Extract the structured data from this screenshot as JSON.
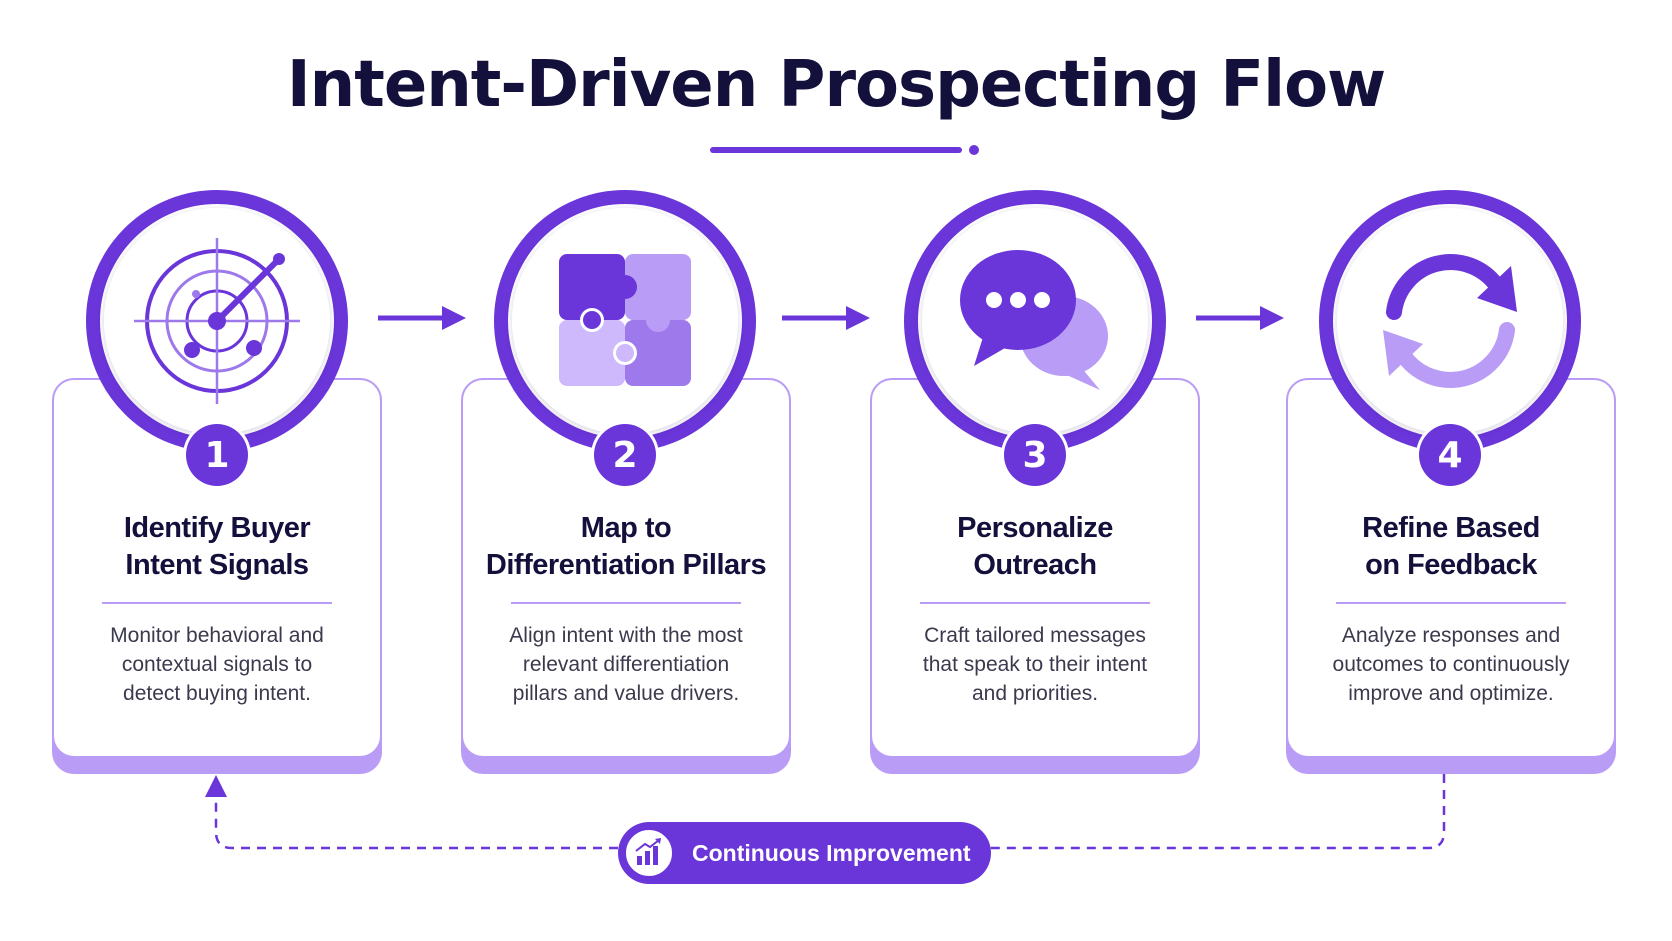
{
  "title": "Intent-Driven Prospecting Flow",
  "colors": {
    "accent": "#6a35d9",
    "accent_light": "#b99cf6",
    "text_dark": "#13103b",
    "text_body": "#3b3a4d"
  },
  "steps": [
    {
      "number": "1",
      "title_line1": "Identify Buyer",
      "title_line2": "Intent Signals",
      "desc_line1": "Monitor behavioral and",
      "desc_line2": "contextual signals to",
      "desc_line3": "detect buying intent.",
      "icon": "radar-target-icon"
    },
    {
      "number": "2",
      "title_line1": "Map to",
      "title_line2": "Differentiation Pillars",
      "desc_line1": "Align intent with the most",
      "desc_line2": "relevant differentiation",
      "desc_line3": "pillars and value drivers.",
      "icon": "puzzle-icon"
    },
    {
      "number": "3",
      "title_line1": "Personalize",
      "title_line2": "Outreach",
      "desc_line1": "Craft tailored messages",
      "desc_line2": "that speak to their intent",
      "desc_line3": "and priorities.",
      "icon": "chat-bubbles-icon"
    },
    {
      "number": "4",
      "title_line1": "Refine Based",
      "title_line2": "on Feedback",
      "desc_line1": "Analyze responses and",
      "desc_line2": "outcomes to continuously",
      "desc_line3": "improve and optimize.",
      "icon": "refresh-cycle-icon"
    }
  ],
  "loop": {
    "label": "Continuous Improvement",
    "icon": "bar-chart-growth-icon"
  }
}
